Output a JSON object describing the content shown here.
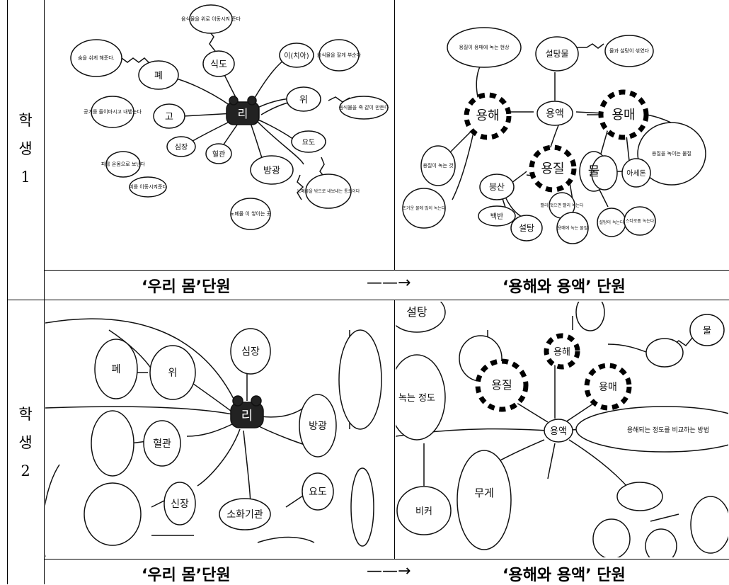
{
  "rows": [
    {
      "label_chars": [
        "학",
        "생",
        "1"
      ],
      "caption_left": "‘우리 몸’단원",
      "caption_right": "‘용해와 용액’ 단원",
      "arrow": "——→",
      "left_map": {
        "center": "리",
        "nodes": [
          "폐",
          "식도",
          "이(치아)",
          "위",
          "고",
          "심장",
          "혈관",
          "방광",
          "요도"
        ],
        "notes": [
          "숨을 쉬게 해준다.",
          "음식물을 위로 이동시켜 준다",
          "음식물을 잘게 부순다",
          "음식물을 죽 같이 만든다",
          "공기를 들이마시고 내뱉는다",
          "피를 온몸으로 보낸다",
          "피를 이동시켜준다",
          "노폐물 이 쌓이는 곳",
          "노폐물을 밖으로 내보내는 통로이다"
        ]
      },
      "right_map": {
        "center": "용액",
        "nodes": [
          "용해",
          "용매",
          "설탕물",
          "용질",
          "물",
          "아세톤",
          "붕산",
          "백반",
          "설탕"
        ],
        "notes": [
          "용질이 용매에 녹는 현상",
          "물과 설탕이 섞였다",
          "용질을 녹이는 물질",
          "용질이 녹는 것",
          "뜨거운 물에 많이 녹는다",
          "용매에 녹는 물질",
          "빨리 젓으면 빨리 녹는다",
          "설탕이 녹는다",
          "스티로폼 녹는다"
        ]
      }
    },
    {
      "label_chars": [
        "학",
        "생",
        "2"
      ],
      "caption_left": "‘우리 몸’단원",
      "caption_right": "‘용해와 용액’ 단원",
      "arrow": "——→",
      "left_map": {
        "center": "리",
        "nodes": [
          "폐",
          "위",
          "심장",
          "방광",
          "혈관",
          "신장",
          "소화기관",
          "요도"
        ]
      },
      "right_map": {
        "center": "용액",
        "nodes": [
          "설탕",
          "용질",
          "용해",
          "용매",
          "물",
          "녹는 정도",
          "무게",
          "비커"
        ],
        "notes": [
          "용해되는 정도를 비교하는 방법"
        ]
      }
    }
  ]
}
